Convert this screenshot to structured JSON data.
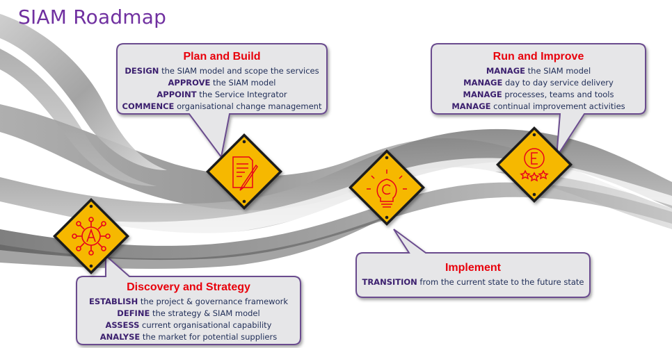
{
  "title": "SIAM Roadmap",
  "colors": {
    "title": "#7030a0",
    "stage_title": "#e8000b",
    "keyword": "#3b1f6e",
    "body_text": "#1f2d57",
    "sign_fill": "#f6b800",
    "callout_fill": "#e6e6e8",
    "callout_border": "#6a4c8e"
  },
  "stages": [
    {
      "id": "discovery",
      "title": "Discovery and Strategy",
      "icon": "network-a-icon",
      "items": [
        {
          "keyword": "ESTABLISH",
          "text": " the project & governance framework"
        },
        {
          "keyword": "DEFINE",
          "text": " the strategy & SIAM model"
        },
        {
          "keyword": "ASSESS",
          "text": " current organisational capability"
        },
        {
          "keyword": "ANALYSE",
          "text": " the market for potential suppliers"
        }
      ]
    },
    {
      "id": "plan",
      "title": "Plan and Build",
      "icon": "document-pen-icon",
      "items": [
        {
          "keyword": "DESIGN",
          "text": " the SIAM model and scope the services"
        },
        {
          "keyword": "APPROVE",
          "text": " the SIAM model"
        },
        {
          "keyword": "APPOINT",
          "text": " the Service Integrator"
        },
        {
          "keyword": "COMMENCE",
          "text": " organisational change management"
        }
      ]
    },
    {
      "id": "implement",
      "title": "Implement",
      "icon": "lightbulb-c-icon",
      "items": [
        {
          "keyword": "TRANSITION",
          "text": " from the current state to the future state"
        }
      ]
    },
    {
      "id": "run",
      "title": "Run and Improve",
      "icon": "badge-e-stars-icon",
      "items": [
        {
          "keyword": "MANAGE",
          "text": " the SIAM model"
        },
        {
          "keyword": "MANAGE",
          "text": " day to day service delivery"
        },
        {
          "keyword": "MANAGE",
          "text": " processes, teams and tools"
        },
        {
          "keyword": "MANAGE",
          "text": " continual improvement activities"
        }
      ]
    }
  ]
}
